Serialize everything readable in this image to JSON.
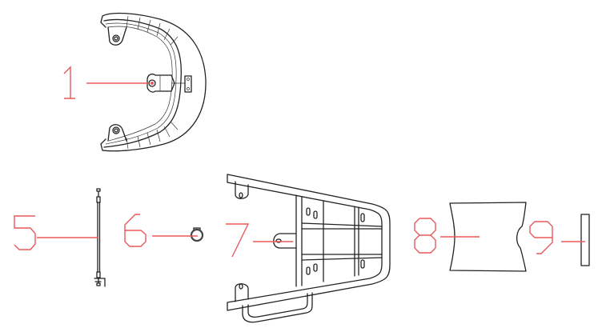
{
  "diagram": {
    "type": "exploded-parts-diagram",
    "background": "#ffffff",
    "line_color": "#222222",
    "callout_color": "#e8585a",
    "callouts": [
      {
        "number": "1",
        "part": "rear carrier / grab handle"
      },
      {
        "number": "5",
        "part": "cable"
      },
      {
        "number": "6",
        "part": "clip ring"
      },
      {
        "number": "7",
        "part": "luggage rack"
      },
      {
        "number": "8",
        "part": "pad"
      },
      {
        "number": "9",
        "part": "strip"
      }
    ]
  }
}
